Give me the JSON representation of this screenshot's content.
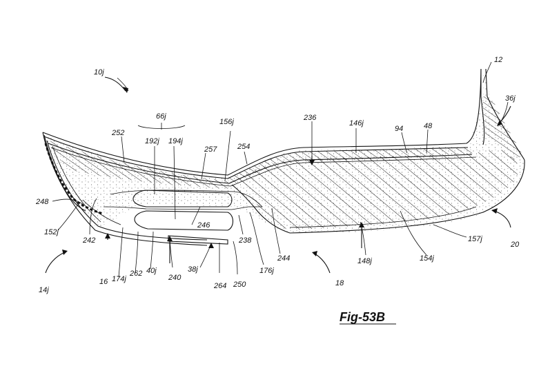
{
  "figure_title": "Fig-53B",
  "labels": [
    {
      "id": "l10j",
      "text": "10j"
    },
    {
      "id": "l12",
      "text": "12"
    },
    {
      "id": "l36j",
      "text": "36j"
    },
    {
      "id": "l66j",
      "text": "66j"
    },
    {
      "id": "l192j",
      "text": "192j"
    },
    {
      "id": "l194j",
      "text": "194j"
    },
    {
      "id": "l252",
      "text": "252"
    },
    {
      "id": "l257",
      "text": "257"
    },
    {
      "id": "l156j",
      "text": "156j"
    },
    {
      "id": "l254",
      "text": "254"
    },
    {
      "id": "l236",
      "text": "236"
    },
    {
      "id": "l146j",
      "text": "146j"
    },
    {
      "id": "l94",
      "text": "94"
    },
    {
      "id": "l48",
      "text": "48"
    },
    {
      "id": "l248",
      "text": "248"
    },
    {
      "id": "l152j",
      "text": "152j"
    },
    {
      "id": "l242",
      "text": "242"
    },
    {
      "id": "l246",
      "text": "246"
    },
    {
      "id": "l238",
      "text": "238"
    },
    {
      "id": "l244",
      "text": "244"
    },
    {
      "id": "l176j",
      "text": "176j"
    },
    {
      "id": "l148j",
      "text": "148j"
    },
    {
      "id": "l154j",
      "text": "154j"
    },
    {
      "id": "l157j",
      "text": "157j"
    },
    {
      "id": "l20",
      "text": "20"
    },
    {
      "id": "l14j",
      "text": "14j"
    },
    {
      "id": "l16",
      "text": "16"
    },
    {
      "id": "l174j",
      "text": "174j"
    },
    {
      "id": "l262",
      "text": "262"
    },
    {
      "id": "l40j",
      "text": "40j"
    },
    {
      "id": "l240",
      "text": "240"
    },
    {
      "id": "l38j",
      "text": "38j"
    },
    {
      "id": "l264",
      "text": "264"
    },
    {
      "id": "l250",
      "text": "250"
    },
    {
      "id": "l18",
      "text": "18"
    }
  ]
}
